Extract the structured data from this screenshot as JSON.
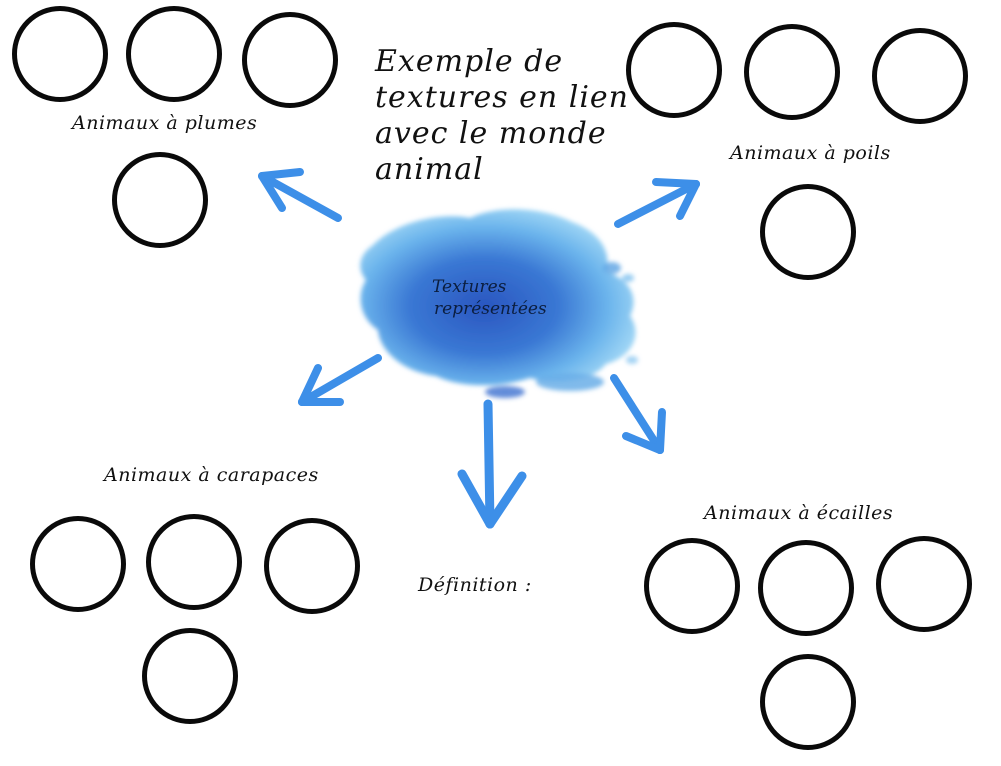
{
  "title": "Exemple de textures en lien avec le monde animal",
  "center": {
    "line1": "Textures",
    "line2": "représentées"
  },
  "groups": [
    {
      "label": "Animaux à plumes",
      "circles": 4
    },
    {
      "label": "Animaux à poils",
      "circles": 4
    },
    {
      "label": "Animaux à carapaces",
      "circles": 4
    },
    {
      "label": "Animaux à écailles",
      "circles": 4
    }
  ],
  "definition_label": "Définition :",
  "colors": {
    "arrow": "#3d8fe8",
    "blob_dark": "#2f5fc4",
    "blob_light": "#7cc0ee",
    "circle_stroke": "#0a0a0a"
  }
}
